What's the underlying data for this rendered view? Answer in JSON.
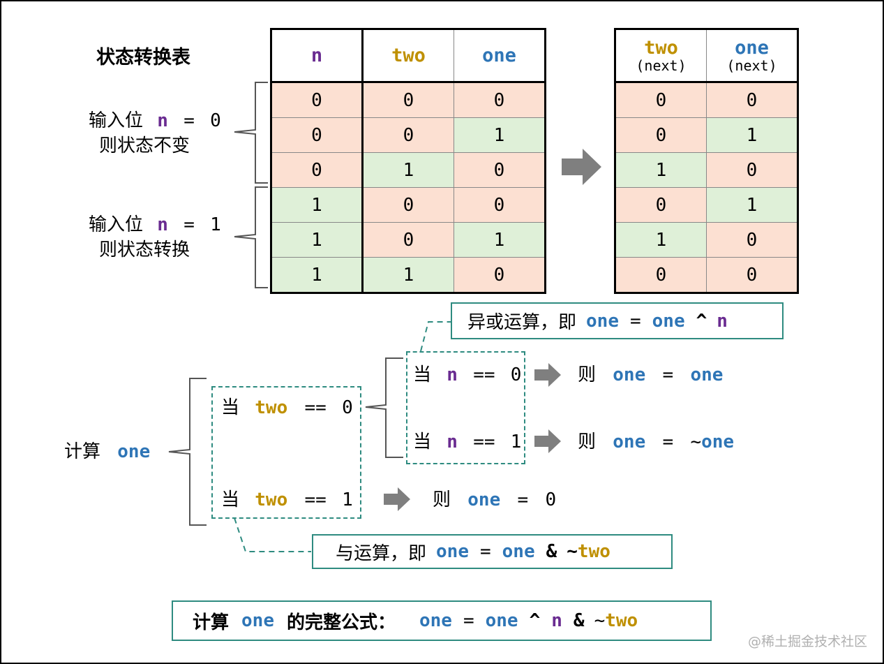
{
  "title": "状态转换表",
  "left_table": {
    "headers": [
      "n",
      "two",
      "one"
    ],
    "rows": [
      [
        "0",
        "0",
        "0"
      ],
      [
        "0",
        "0",
        "1"
      ],
      [
        "0",
        "1",
        "0"
      ],
      [
        "1",
        "0",
        "0"
      ],
      [
        "1",
        "0",
        "1"
      ],
      [
        "1",
        "1",
        "0"
      ]
    ]
  },
  "right_table": {
    "headers": [
      {
        "main": "two",
        "sub": "(next)"
      },
      {
        "main": "one",
        "sub": "(next)"
      }
    ],
    "rows": [
      [
        "0",
        "0"
      ],
      [
        "0",
        "1"
      ],
      [
        "1",
        "0"
      ],
      [
        "0",
        "1"
      ],
      [
        "1",
        "0"
      ],
      [
        "0",
        "0"
      ]
    ]
  },
  "group_labels": {
    "n0": {
      "line1_prefix": "输入位",
      "var": "n",
      "op": "=",
      "val": "0",
      "line2": "则状态不变"
    },
    "n1": {
      "line1_prefix": "输入位",
      "var": "n",
      "op": "=",
      "val": "1",
      "line2": "则状态转换"
    }
  },
  "calc": {
    "label_prefix": "计算",
    "label_var": "one",
    "when": "当",
    "then": "则",
    "case_two0": {
      "var": "two",
      "op": "==",
      "val": "0"
    },
    "case_two1": {
      "var": "two",
      "op": "==",
      "val": "1"
    },
    "case_n0": {
      "var": "n",
      "op": "==",
      "val": "0"
    },
    "case_n1": {
      "var": "n",
      "op": "==",
      "val": "1"
    },
    "result_n0": {
      "a": "one",
      "op": "=",
      "b": "one"
    },
    "result_n1": {
      "a": "one",
      "op": "=",
      "b_prefix": "~",
      "b": "one"
    },
    "result_two1": {
      "a": "one",
      "op": "=",
      "b": "0"
    },
    "xor_note": {
      "text": "异或运算，即",
      "a": "one",
      "op": "=",
      "b": "one",
      "xor": "^",
      "n": "n"
    },
    "and_note": {
      "text": "与运算，即",
      "a": "one",
      "op": "=",
      "b": "one",
      "and": "&",
      "not": "~",
      "two": "two"
    },
    "formula": {
      "text": "计算",
      "var": "one",
      "text2": "的完整公式：",
      "a": "one",
      "op": "=",
      "b": "one",
      "xor": "^",
      "n": "n",
      "and": "&",
      "not": "~",
      "two": "two"
    }
  },
  "watermark": "@稀土掘金技术社区",
  "colors": {
    "purple": "#6a2c91",
    "gold": "#bf9000",
    "blue": "#2e75b6",
    "pink": "#fce0d2",
    "green": "#dff0d8",
    "teal": "#2e8b80"
  }
}
